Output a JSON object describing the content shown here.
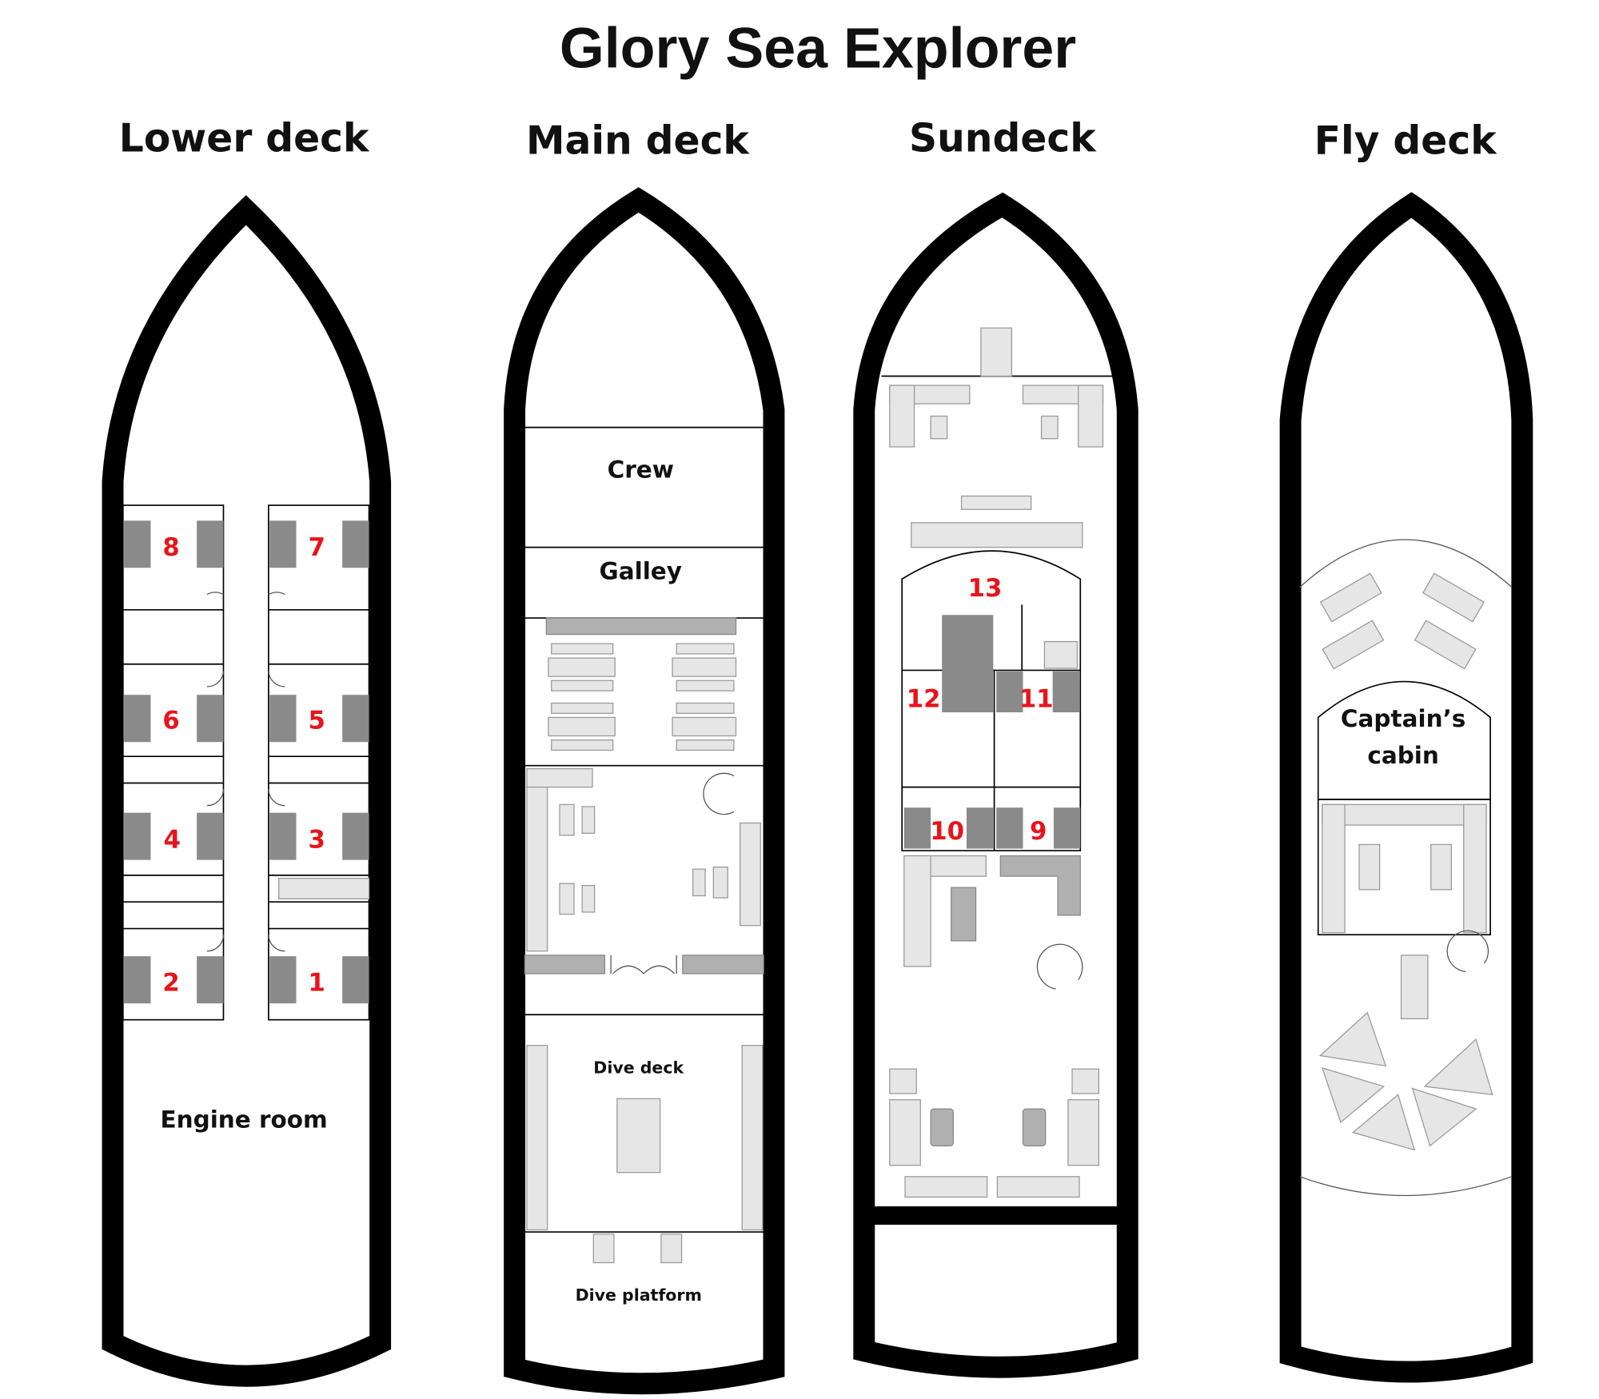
{
  "title": "Glory Sea Explorer",
  "decks": [
    {
      "name": "Lower deck",
      "rooms": {
        "engine_room": "Engine room"
      },
      "cabins": [
        "8",
        "7",
        "6",
        "5",
        "4",
        "3",
        "2",
        "1"
      ]
    },
    {
      "name": "Main deck",
      "rooms": {
        "crew": "Crew",
        "galley": "Galley",
        "dive_deck": "Dive deck",
        "dive_platform": "Dive platform"
      }
    },
    {
      "name": "Sundeck",
      "cabins": [
        "13",
        "12",
        "11",
        "10",
        "9"
      ]
    },
    {
      "name": "Fly deck",
      "rooms": {
        "captains_cabin_line1": "Captain’s",
        "captains_cabin_line2": "cabin"
      }
    }
  ],
  "colors": {
    "hull": "#000000",
    "cabin_number": "#e8141b",
    "furniture": "#b0b0b0"
  }
}
